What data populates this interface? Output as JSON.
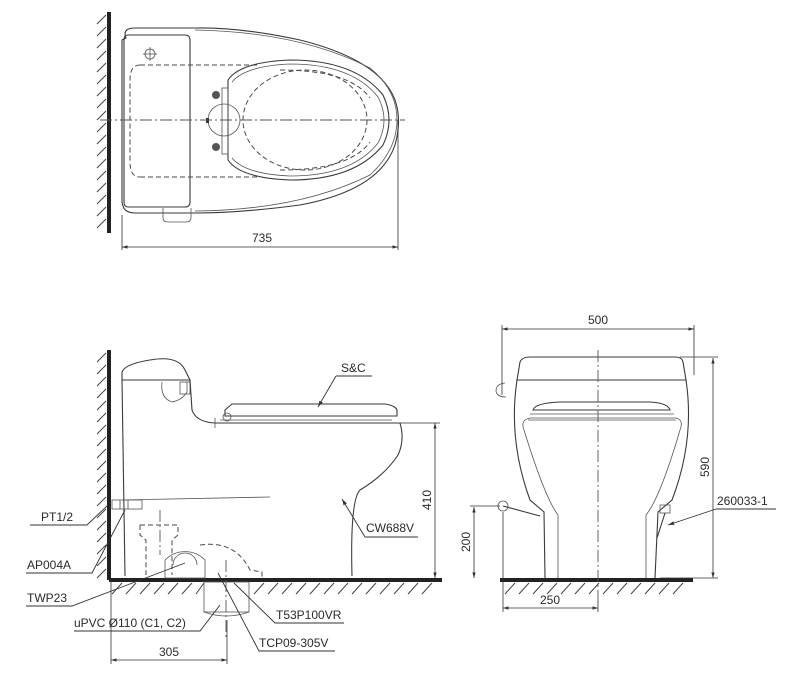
{
  "drawing": {
    "top_view": {
      "dimensions": {
        "length": "735"
      }
    },
    "side_view": {
      "dimensions": {
        "seat_height": "410",
        "rough_in": "305"
      },
      "labels": {
        "seat_cover": "S&C",
        "water_inlet": "PT1/2",
        "angle_valve": "AP004A",
        "bowl": "CW688V",
        "wax_ring": "TWP23",
        "drain_pipe": "uPVC Ø110 (C1, C2)",
        "flange": "T53P100VR",
        "connector": "TCP09-305V"
      }
    },
    "front_view": {
      "dimensions": {
        "width": "500",
        "height": "590",
        "inlet_height": "200",
        "inlet_offset": "250"
      },
      "labels": {
        "bolt_kit": "260033-1"
      }
    },
    "colors": {
      "line": "#3a3a3a",
      "wall": "#222222",
      "background": "#ffffff"
    }
  }
}
